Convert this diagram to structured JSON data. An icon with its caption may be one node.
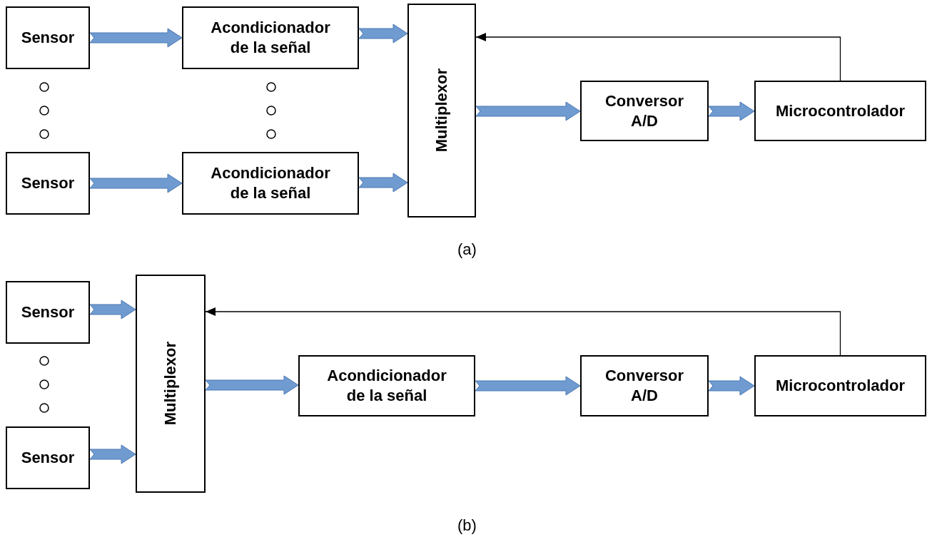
{
  "diagram": {
    "nodes": [
      {
        "text": [
          "Sensor"
        ]
      },
      {
        "text": [
          "Acondicionador de la señal"
        ]
      },
      {
        "text": [
          "Multiplexor"
        ]
      },
      {
        "text": [
          "Sensor"
        ]
      },
      {
        "text": [
          "Acondicionador de la señal"
        ]
      },
      {
        "text": [
          "Conversor A/D"
        ]
      },
      {
        "text": [
          "Microcontrolador"
        ]
      },
      {
        "text": [
          "Sensor"
        ]
      },
      {
        "text": [
          "Multiplexor"
        ]
      },
      {
        "text": [
          "Sensor"
        ]
      },
      {
        "text": [
          "Acondicionador de la señal"
        ]
      },
      {
        "text": [
          "Conversor A/D"
        ]
      },
      {
        "text": [
          "Microcontrolador"
        ]
      }
    ],
    "edges": [
      {
        "from": 0,
        "to": 1,
        "arrow": "to"
      },
      {
        "from": 1,
        "to": 2,
        "arrow": "to"
      },
      {
        "from": 3,
        "to": 4,
        "arrow": "to"
      },
      {
        "from": 4,
        "to": 2,
        "arrow": "to"
      },
      {
        "from": 2,
        "to": 5,
        "arrow": "to"
      },
      {
        "from": 5,
        "to": 6,
        "arrow": "to"
      },
      {
        "from": 6,
        "to": 2,
        "arrow": "to",
        "color": "#000000"
      },
      {
        "from": 7,
        "to": 8,
        "arrow": "to"
      },
      {
        "from": 9,
        "to": 8,
        "arrow": "to"
      },
      {
        "from": 8,
        "to": 10,
        "arrow": "to"
      },
      {
        "from": 10,
        "to": 11,
        "arrow": "to"
      },
      {
        "from": 11,
        "to": 12,
        "arrow": "to"
      },
      {
        "from": 12,
        "to": 8,
        "arrow": "to",
        "color": "#000000"
      }
    ],
    "labels": [
      "(a)",
      "(b)"
    ]
  }
}
